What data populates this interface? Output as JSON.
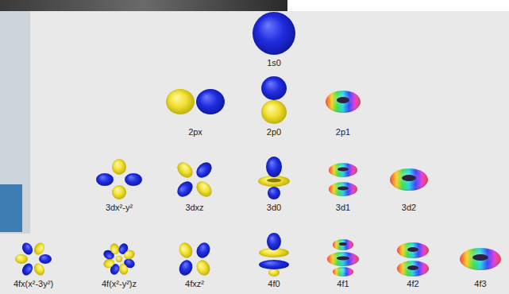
{
  "diagram": {
    "labels": [
      "1s0",
      "2px",
      "2p0",
      "2p1",
      "3dx²-y²",
      "3dxz",
      "3d0",
      "3d1",
      "3d2",
      "4fx(x²-3y²)",
      "4f(x²-y²)z",
      "4fxz²",
      "4f0",
      "4f1",
      "4f2",
      "4f3"
    ]
  }
}
